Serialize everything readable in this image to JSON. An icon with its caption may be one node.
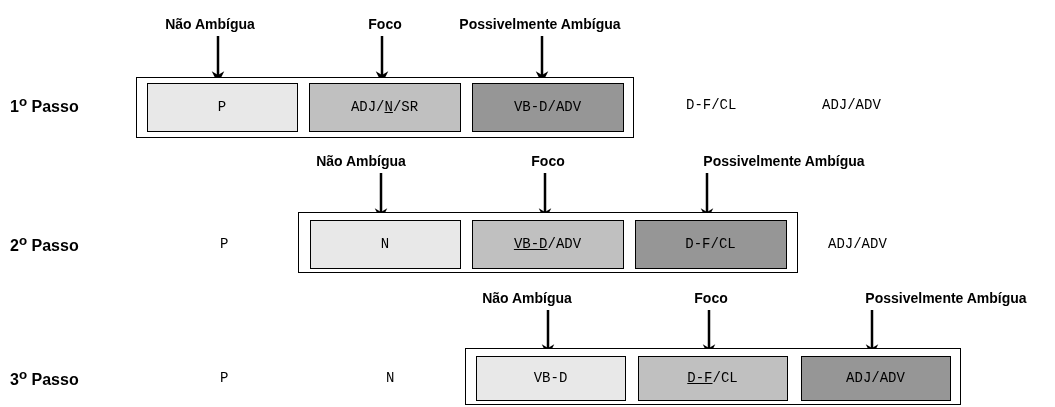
{
  "diagram": {
    "nodes": [
      {
        "text": [
          "Não Ambígua"
        ]
      },
      {
        "text": [
          "Foco"
        ]
      },
      {
        "text": [
          "Possivelmente Ambígua"
        ]
      },
      {
        "text": [],
        "shape": "box"
      },
      {
        "text": [
          "P"
        ],
        "in": 3
      },
      {
        "text": [
          "ADJ/N/SR"
        ],
        "in": 3
      },
      {
        "text": [
          "VB-D/ADV"
        ],
        "in": 3
      },
      {
        "text": [
          "Não Ambígua"
        ]
      },
      {
        "text": [
          "Foco"
        ]
      },
      {
        "text": [
          "Possivelmente Ambígua"
        ]
      },
      {
        "text": [],
        "shape": "box"
      },
      {
        "text": [
          "N"
        ],
        "in": 10
      },
      {
        "text": [
          "VB-D/ADV"
        ],
        "in": 10
      },
      {
        "text": [
          "D-F/CL"
        ],
        "in": 10
      },
      {
        "text": [
          "Não Ambígua"
        ]
      },
      {
        "text": [
          "Foco"
        ]
      },
      {
        "text": [
          "Possivelmente Ambígua"
        ]
      },
      {
        "text": [],
        "shape": "box"
      },
      {
        "text": [
          "VB-D"
        ],
        "in": 17
      },
      {
        "text": [
          "D-F/CL"
        ],
        "in": 17
      },
      {
        "text": [
          "ADJ/ADV"
        ],
        "in": 17
      }
    ],
    "edges": [
      {
        "from": 0,
        "to": 4,
        "arrow": "to"
      },
      {
        "from": 1,
        "to": 5,
        "arrow": "to"
      },
      {
        "from": 2,
        "to": 6,
        "arrow": "to"
      },
      {
        "from": 7,
        "to": 11,
        "arrow": "to"
      },
      {
        "from": 8,
        "to": 12,
        "arrow": "to"
      },
      {
        "from": 9,
        "to": 13,
        "arrow": "to"
      },
      {
        "from": 14,
        "to": 18,
        "arrow": "to"
      },
      {
        "from": 15,
        "to": 19,
        "arrow": "to"
      },
      {
        "from": 16,
        "to": 20,
        "arrow": "to"
      }
    ],
    "labels": [
      "1$^{o}$ Passo",
      "D-F/CL",
      "ADJ/ADV",
      "2$^{o}$ Passo",
      "P",
      "ADJ/ADV",
      "3$^{o}$ Passo",
      "P",
      "N"
    ]
  }
}
